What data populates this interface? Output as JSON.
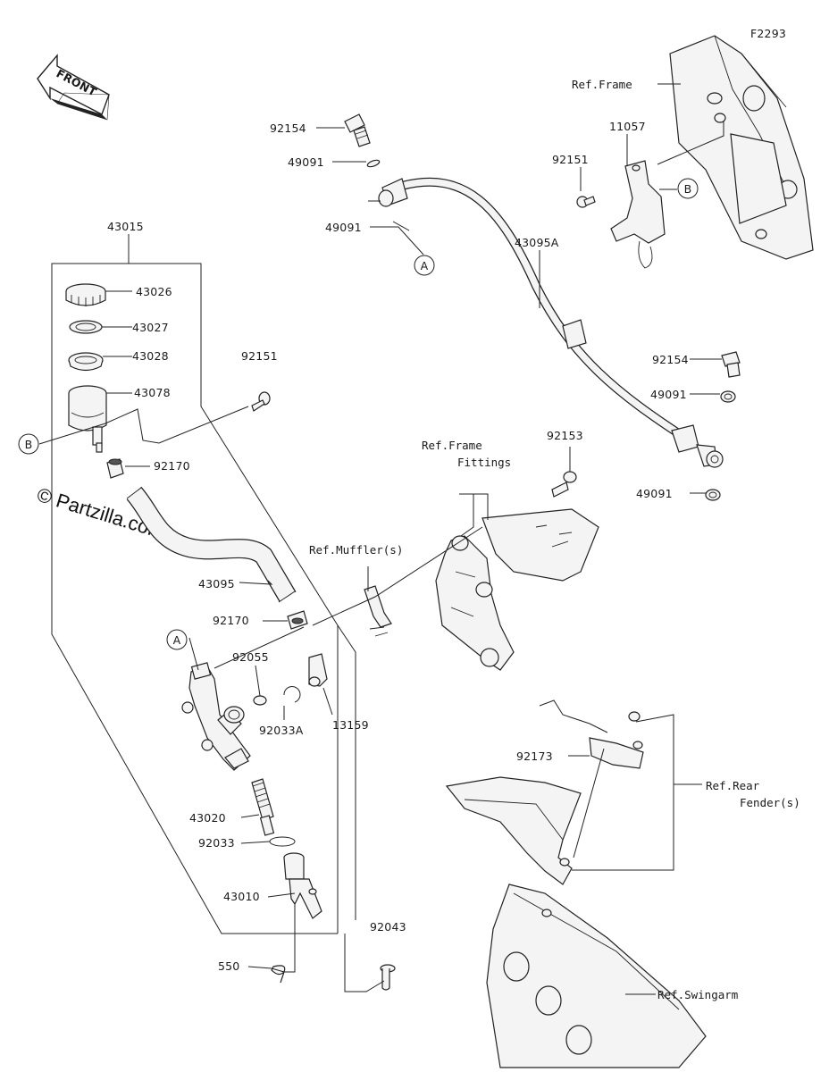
{
  "diagram": {
    "code": "F2293",
    "watermark": "© Partzilla.com",
    "front_label": "FRONT",
    "callouts": {
      "a_top": "A",
      "a_left": "A",
      "b_right": "B",
      "b_left": "B"
    },
    "parts": [
      {
        "id": "p43015",
        "number": "43015"
      },
      {
        "id": "p43026",
        "number": "43026"
      },
      {
        "id": "p43027",
        "number": "43027"
      },
      {
        "id": "p43028",
        "number": "43028"
      },
      {
        "id": "p43078",
        "number": "43078"
      },
      {
        "id": "p92170a",
        "number": "92170"
      },
      {
        "id": "p43095",
        "number": "43095"
      },
      {
        "id": "p92170b",
        "number": "92170"
      },
      {
        "id": "p92055",
        "number": "92055"
      },
      {
        "id": "p92033A",
        "number": "92033A"
      },
      {
        "id": "p13159",
        "number": "13159"
      },
      {
        "id": "p43020",
        "number": "43020"
      },
      {
        "id": "p92033",
        "number": "92033"
      },
      {
        "id": "p43010",
        "number": "43010"
      },
      {
        "id": "p550",
        "number": "550"
      },
      {
        "id": "p92043",
        "number": "92043"
      },
      {
        "id": "p92151a",
        "number": "92151"
      },
      {
        "id": "p92154a",
        "number": "92154"
      },
      {
        "id": "p49091a",
        "number": "49091"
      },
      {
        "id": "p49091b",
        "number": "49091"
      },
      {
        "id": "p43095A",
        "number": "43095A"
      },
      {
        "id": "p11057",
        "number": "11057"
      },
      {
        "id": "p92151b",
        "number": "92151"
      },
      {
        "id": "p92154b",
        "number": "92154"
      },
      {
        "id": "p49091c",
        "number": "49091"
      },
      {
        "id": "p49091d",
        "number": "49091"
      },
      {
        "id": "p92153",
        "number": "92153"
      },
      {
        "id": "p92173",
        "number": "92173"
      }
    ],
    "refs": {
      "frame": "Ref.Frame",
      "frame_fittings_1": "Ref.Frame",
      "frame_fittings_2": "Fittings",
      "muffler": "Ref.Muffler(s)",
      "rear_fender_1": "Ref.Rear",
      "rear_fender_2": "Fender(s)",
      "swingarm": "Ref.Swingarm"
    }
  }
}
